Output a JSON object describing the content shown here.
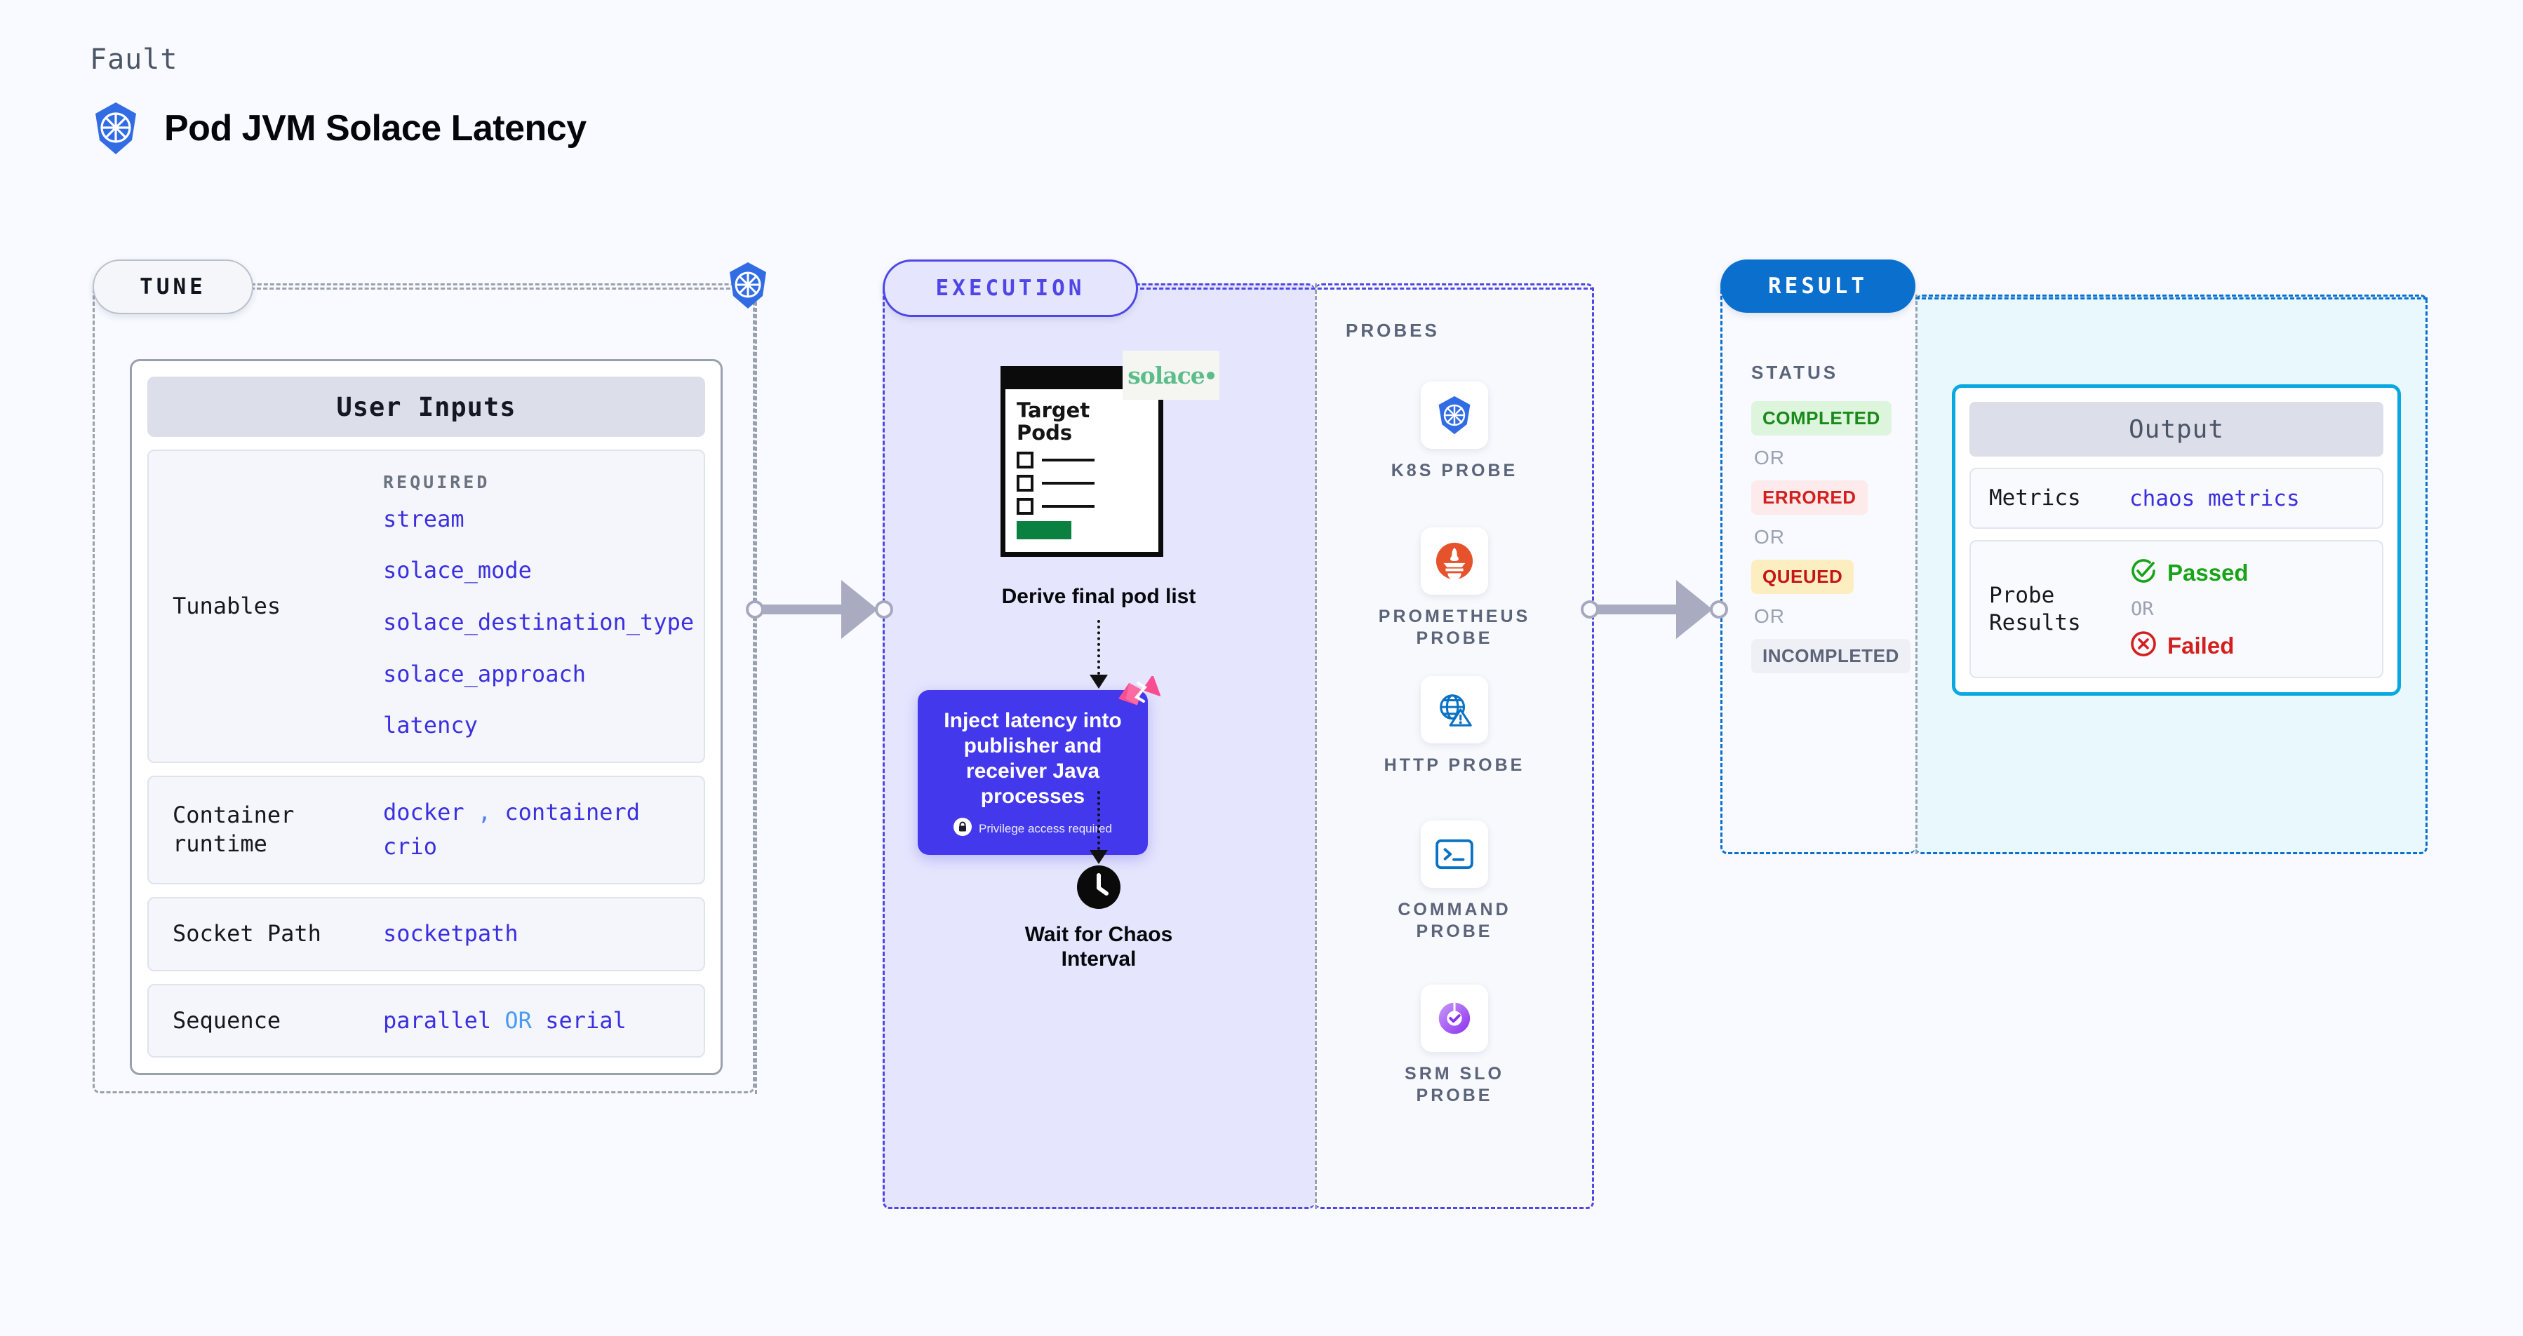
{
  "header": {
    "kicker": "Fault",
    "title": "Pod JVM Solace Latency",
    "icon": "kubernetes-icon"
  },
  "stages": {
    "tune": "TUNE",
    "execution": "EXECUTION",
    "result": "RESULT"
  },
  "tune": {
    "card_title": "User Inputs",
    "required_label": "REQUIRED",
    "tunables_key": "Tunables",
    "tunables": [
      "stream",
      "solace_mode",
      "solace_destination_type",
      "solace_approach",
      "latency"
    ],
    "rows": [
      {
        "key": "Container runtime",
        "values": [
          "docker",
          "containerd",
          "crio"
        ],
        "separator": ","
      },
      {
        "key": "Socket Path",
        "values": [
          "socketpath"
        ]
      },
      {
        "key": "Sequence",
        "values": [
          "parallel",
          "serial"
        ],
        "joiner": "OR"
      }
    ]
  },
  "execution": {
    "pod_card": {
      "title_line1": "Target",
      "title_line2": "Pods",
      "brand": "solace",
      "checkbox_count": 3
    },
    "step1_label": "Derive final pod list",
    "inject": {
      "text": "Inject latency into publisher and receiver Java processes",
      "privilege_note": "Privilege access required",
      "lock_icon": "lock-icon",
      "corner_icon": "chaos-tag-icon"
    },
    "wait": {
      "icon": "clock-icon",
      "label_line1": "Wait for Chaos",
      "label_line2": "Interval"
    }
  },
  "probes": {
    "title": "PROBES",
    "items": [
      {
        "label_line1": "K8S  PROBE",
        "label_line2": "",
        "icon": "kubernetes-icon"
      },
      {
        "label_line1": "PROMETHEUS",
        "label_line2": "PROBE",
        "icon": "prometheus-icon"
      },
      {
        "label_line1": "HTTP  PROBE",
        "label_line2": "",
        "icon": "http-globe-warning-icon"
      },
      {
        "label_line1": "COMMAND",
        "label_line2": "PROBE",
        "icon": "terminal-icon"
      },
      {
        "label_line1": "SRM  SLO",
        "label_line2": "PROBE",
        "icon": "srm-slo-donut-check-icon"
      }
    ]
  },
  "result": {
    "status_title": "STATUS",
    "or_label": "OR",
    "statuses": [
      {
        "label": "COMPLETED",
        "bg": "#ddf5dd",
        "fg": "#1a8a1a"
      },
      {
        "label": "ERRORED",
        "bg": "#fdeaea",
        "fg": "#d41f1f"
      },
      {
        "label": "QUEUED",
        "bg": "#fdeec2",
        "fg": "#c41616"
      },
      {
        "label": "INCOMPLETED",
        "bg": "#eff0f5",
        "fg": "#5b6479"
      }
    ]
  },
  "output": {
    "title": "Output",
    "metrics_key": "Metrics",
    "metrics_value": "chaos metrics",
    "probe_results_key": "Probe Results",
    "passed_label": "Passed",
    "failed_label": "Failed",
    "or_label": "OR"
  },
  "colors": {
    "background": "#f8faff",
    "tune_accent": "#9aa1ae",
    "execution_accent": "#4f46e5",
    "result_accent": "#0b6fce",
    "output_accent": "#0aa8e0",
    "code_text": "#3b2fe0",
    "inject_box": "#4338ec",
    "k8s_blue": "#326ce5",
    "solace_green": "#5bbd8a",
    "passed_green": "#18a318",
    "failed_red": "#d41f1f"
  }
}
